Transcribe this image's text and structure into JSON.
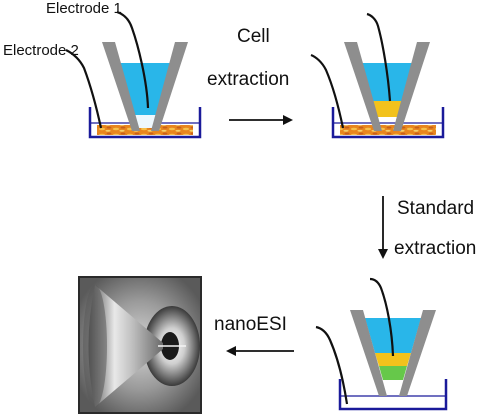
{
  "labels": {
    "electrode1": "Electrode 1",
    "electrode2": "Electrode 2",
    "cell_line1": "Cell",
    "cell_line2": "extraction",
    "standard_line1": "Standard",
    "standard_line2": "extraction",
    "nanoesi": "nanoESI"
  },
  "colors": {
    "capillary_wall": "#8e8e8e",
    "solution_blue": "#29b6e9",
    "cell_extract_yellow": "#f2c21c",
    "standard_green": "#66c84a",
    "dish_outline": "#1a1a9a",
    "cell_layer": "#e8861e",
    "arrow": "#111111",
    "wire": "#111111"
  }
}
